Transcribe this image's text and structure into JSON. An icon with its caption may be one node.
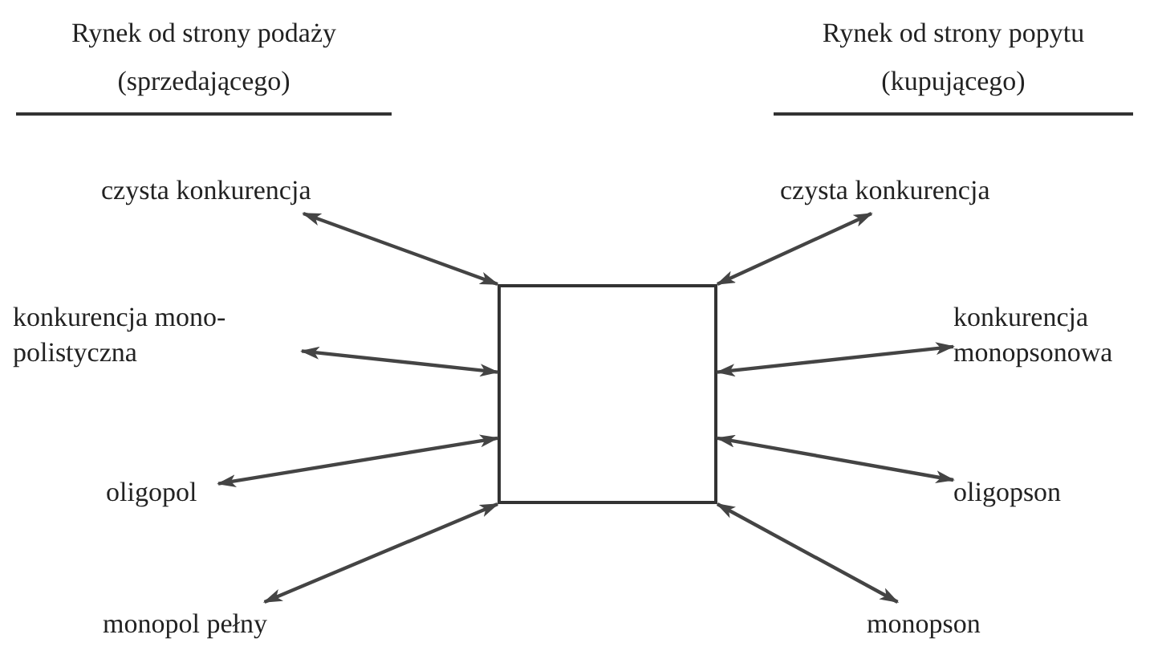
{
  "diagram": {
    "nodes": [
      {
        "text": [],
        "shape": "box"
      },
      {
        "text": [
          "czysta konkurencja"
        ]
      },
      {
        "text": [
          "konkurencja mono- polistyczna"
        ]
      },
      {
        "text": [
          "oligopol"
        ]
      },
      {
        "text": [
          "monopol pełny"
        ]
      },
      {
        "text": [
          "czysta konkurencja"
        ]
      },
      {
        "text": [
          "konkurencja monopsonowa"
        ]
      },
      {
        "text": [
          "oligopson"
        ]
      },
      {
        "text": [
          "monopson"
        ]
      }
    ],
    "edges": [
      {
        "from": 0,
        "to": 1,
        "arrow": "both"
      },
      {
        "from": 0,
        "to": 2,
        "arrow": "both"
      },
      {
        "from": 0,
        "to": 3,
        "arrow": "both"
      },
      {
        "from": 0,
        "to": 4,
        "arrow": "both"
      },
      {
        "from": 0,
        "to": 5,
        "arrow": "both"
      },
      {
        "from": 0,
        "to": 6,
        "arrow": "both"
      },
      {
        "from": 0,
        "to": 7,
        "arrow": "both"
      },
      {
        "from": 0,
        "to": 8,
        "arrow": "both"
      }
    ],
    "labels": [
      "Rynek od strony podaży (sprzedającego)",
      "Rynek od strony popytu (kupującego)"
    ]
  }
}
